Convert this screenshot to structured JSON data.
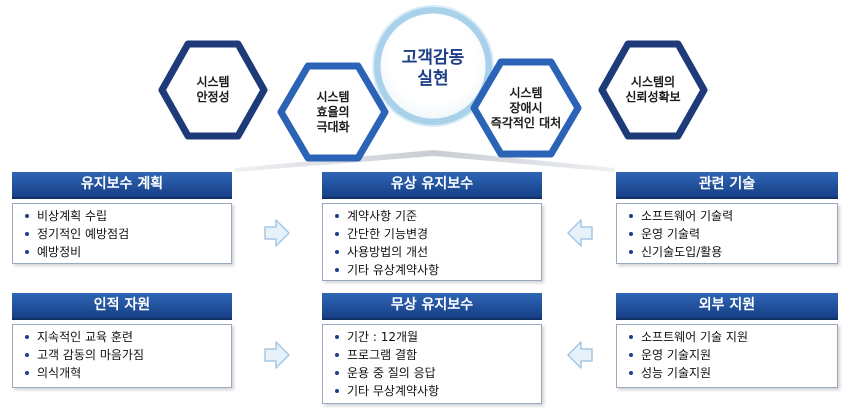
{
  "top": {
    "hexagons": [
      {
        "lines": [
          "시스템",
          "안정성"
        ]
      },
      {
        "lines": [
          "시스템",
          "효율의",
          "극대화"
        ]
      },
      {
        "lines": [
          "시스템",
          "장애시",
          "즉각적인 대처"
        ]
      },
      {
        "lines": [
          "시스템의",
          "신뢰성확보"
        ]
      }
    ],
    "center": {
      "lines": [
        "고객감동",
        "실현"
      ]
    }
  },
  "panels": {
    "maintenance_plan": {
      "title": "유지보수 계획",
      "items": [
        "비상계획 수립",
        "정기적인 예방점검",
        "예방정비"
      ]
    },
    "paid_maintenance": {
      "title": "유상 유지보수",
      "items": [
        "계약사항 기준",
        "간단한 기능변경",
        "사용방법의 개선",
        "기타 유상계약사항"
      ]
    },
    "related_tech": {
      "title": "관련 기술",
      "items": [
        "소프트웨어 기술력",
        "운영 기술력",
        "신기술도입/활용"
      ]
    },
    "human_resources": {
      "title": "인적 자원",
      "items": [
        "지속적인 교육 훈련",
        "고객 감동의 마음가짐",
        "의식개혁"
      ]
    },
    "free_maintenance": {
      "title": "무상 유지보수",
      "items": [
        "기간 : 12개월",
        "프로그램 결함",
        "운용 중 질의 응답",
        "기타 무상계약사항"
      ]
    },
    "external_support": {
      "title": "외부 지원",
      "items": [
        "소프트웨어 기술 지원",
        "운영 기술지원",
        "성능 기술지원"
      ]
    }
  },
  "colors": {
    "primary": "#1f3e8a",
    "header": "#2357a8",
    "circle_ring": "#a9d2ea"
  }
}
